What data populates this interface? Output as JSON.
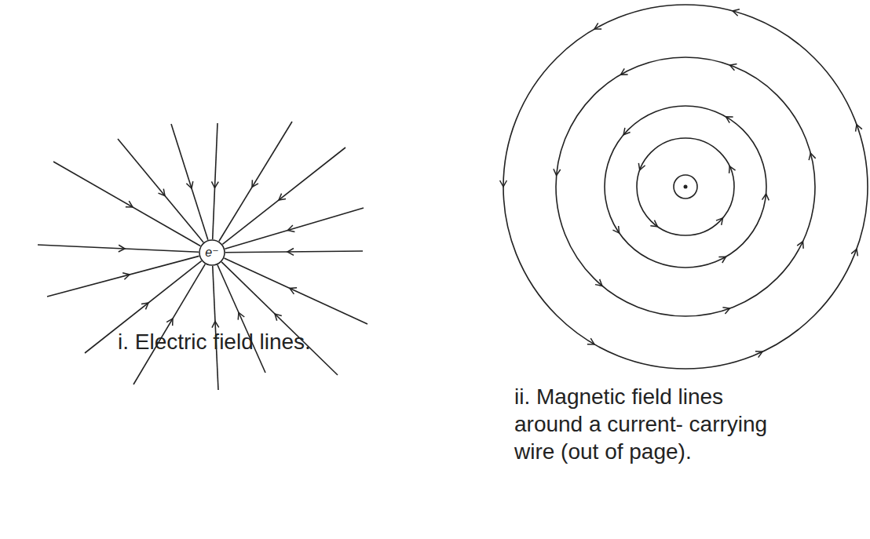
{
  "diagram": {
    "nodes": [
      {
        "text": [
          "e⁻"
        ]
      }
    ],
    "labels": [
      "i. Electric field lines.",
      "ii. Magnetic field lines around a current- carrying wire (out of page)."
    ]
  }
}
